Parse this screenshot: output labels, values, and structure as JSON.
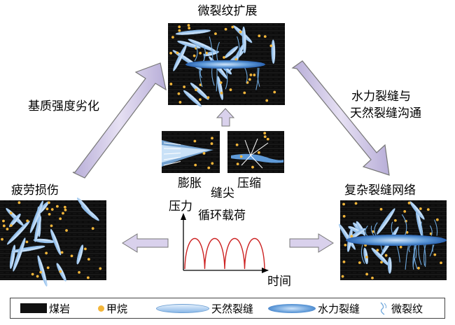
{
  "labels": {
    "top_title": "微裂纹扩展",
    "left_arrow_label": "基质强度劣化",
    "right_arrow_label_1": "水力裂缝与",
    "right_arrow_label_2": "天然裂缝沟通",
    "left_title": "疲劳损伤",
    "right_title": "复杂裂缝网络",
    "expand_label": "膨胀",
    "compress_label": "压缩",
    "crack_tip_label": "缝尖",
    "pressure_label": "压力",
    "cyclic_load_label": "循环载荷",
    "time_label": "时间"
  },
  "legend": [
    {
      "text": "煤岩",
      "color": "#111111"
    },
    {
      "text": "甲烷",
      "color": "#f3b63a"
    },
    {
      "text": "天然裂缝",
      "color": "#9ec6ec"
    },
    {
      "text": "水力裂缝",
      "color": "#3d7fc8"
    },
    {
      "text": "微裂纹",
      "color": "#6fa8dc"
    }
  ],
  "colors": {
    "coal": "#0d0d0d",
    "methane": "#f3b63a",
    "natural_fracture": "#a7cdf0",
    "hydraulic_fracture": "#2f6fbd",
    "arrow_fill": "#cfc6e6",
    "load_curve": "#cc2222"
  }
}
